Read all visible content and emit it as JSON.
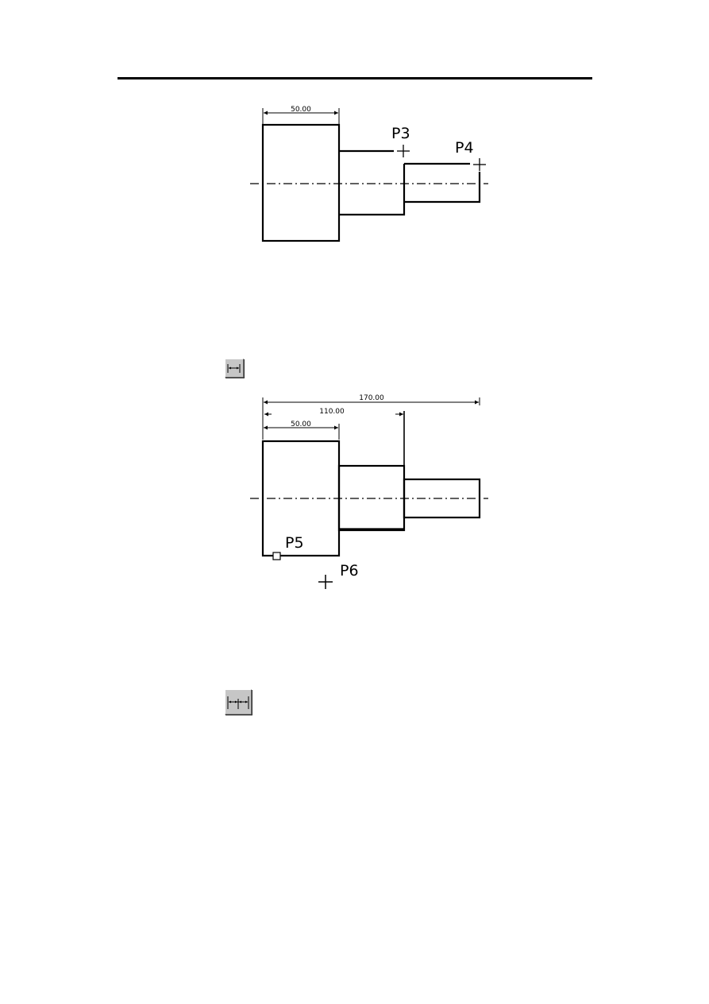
{
  "figure1": {
    "dimension": "50.00",
    "points": {
      "p3": "P3",
      "p4": "P4"
    }
  },
  "figure2": {
    "dimensions": {
      "total": "170.00",
      "middle": "110.00",
      "first": "50.00"
    },
    "points": {
      "p5": "P5",
      "p6": "P6"
    }
  },
  "toolbar": {
    "linear_dim_icon": "linear-dimension-icon",
    "baseline_dim_icon": "baseline-dimension-icon"
  }
}
